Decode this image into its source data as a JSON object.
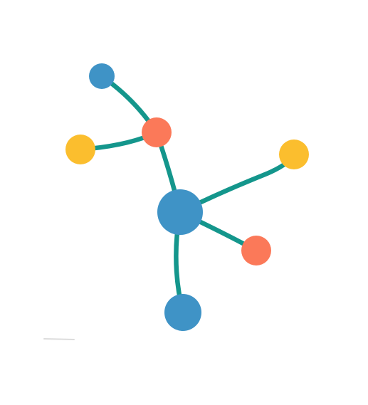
{
  "graph": {
    "colors": {
      "edge": "#14968c",
      "blue": "#3f93c6",
      "orange": "#fb7959",
      "yellow": "#fbbe2e",
      "background": "#ffffff"
    },
    "nodes": [
      {
        "id": "hub",
        "color": "blue",
        "size": "large"
      },
      {
        "id": "top-left",
        "color": "blue",
        "size": "small"
      },
      {
        "id": "upper-middle",
        "color": "orange",
        "size": "small"
      },
      {
        "id": "left",
        "color": "yellow",
        "size": "small"
      },
      {
        "id": "right",
        "color": "yellow",
        "size": "small"
      },
      {
        "id": "lower-right",
        "color": "orange",
        "size": "small"
      },
      {
        "id": "bottom",
        "color": "blue",
        "size": "medium"
      }
    ],
    "edges": [
      {
        "from": "top-left",
        "to": "upper-middle"
      },
      {
        "from": "upper-middle",
        "to": "left"
      },
      {
        "from": "upper-middle",
        "to": "hub"
      },
      {
        "from": "hub",
        "to": "right"
      },
      {
        "from": "hub",
        "to": "lower-right"
      },
      {
        "from": "hub",
        "to": "bottom"
      }
    ]
  }
}
